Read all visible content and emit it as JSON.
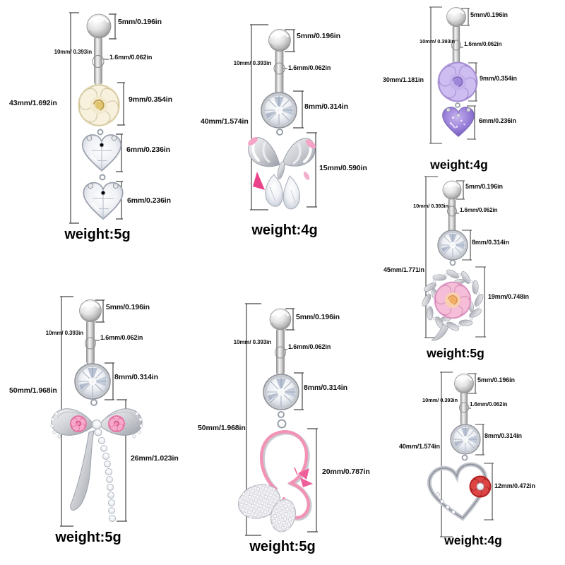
{
  "sheet": {
    "background": "#ffffff",
    "figure_count": 7
  },
  "colors": {
    "silver": "#c9ccd2",
    "crystal": "#eef0f4",
    "pink_outline": "#f293b6",
    "hot_pink": "#e8327e",
    "soft_pink": "#f5a3c6",
    "purple_rose": "#b29ddd",
    "purple_gem": "#6c4fc1",
    "cream_rose": "#f2e9cf",
    "peach_center": "#f1ac60",
    "red_rose": "#c32424",
    "text": "#101010"
  },
  "items": [
    {
      "labels": {
        "total": "43mm/1.692in",
        "ball": "5mm/0.196in",
        "bar": "10mm/ 0.393in",
        "gauge": "1.6mm/0.062in",
        "flower": "9mm/0.354in",
        "heart_top": "6mm/0.236in",
        "heart_bottom": "6mm/0.236in"
      },
      "weight": "weight:5g"
    },
    {
      "labels": {
        "total": "40mm/1.574in",
        "ball": "5mm/0.196in",
        "bar": "10mm/ 0.393in",
        "gauge": "1.6mm/0.062in",
        "gem": "8mm/0.314in",
        "charm": "15mm/0.590in"
      },
      "weight": "weight:4g"
    },
    {
      "labels": {
        "total": "30mm/1.181in",
        "ball": "5mm/0.196in",
        "bar": "10mm/ 0.393in",
        "gauge": "1.6mm/0.062in",
        "flower": "9mm/0.354in",
        "heart": "6mm/0.236in"
      },
      "weight": "weight:4g"
    },
    {
      "labels": {
        "total": "45mm/1.771in",
        "ball": "5mm/0.196in",
        "bar": "10mm/ 0.393in",
        "gauge": "1.6mm/0.062in",
        "gem": "8mm/0.314in",
        "charm": "19mm/0.748in"
      },
      "weight": "weight:5g"
    },
    {
      "labels": {
        "total": "50mm/1.968in",
        "ball": "5mm/0.196in",
        "bar": "10mm/ 0.393in",
        "gauge": "1.6mm/0.062in",
        "gem": "8mm/0.314in",
        "charm": "26mm/1.023in"
      },
      "weight": "weight:5g"
    },
    {
      "labels": {
        "total": "50mm/1.968in",
        "ball": "5mm/0.196in",
        "bar": "10mm/ 0.393in",
        "gauge": "1.6mm/0.062in",
        "gem": "8mm/0.314in",
        "charm": "20mm/0.787in"
      },
      "weight": "weight:5g"
    },
    {
      "labels": {
        "total": "40mm/1.574in",
        "ball": "5mm/0.196in",
        "bar": "10mm/ 0.393in",
        "gauge": "1.6mm/0.062in",
        "gem": "8mm/0.314in",
        "charm": "12mm/0.472in"
      },
      "weight": "weight:4g"
    }
  ]
}
